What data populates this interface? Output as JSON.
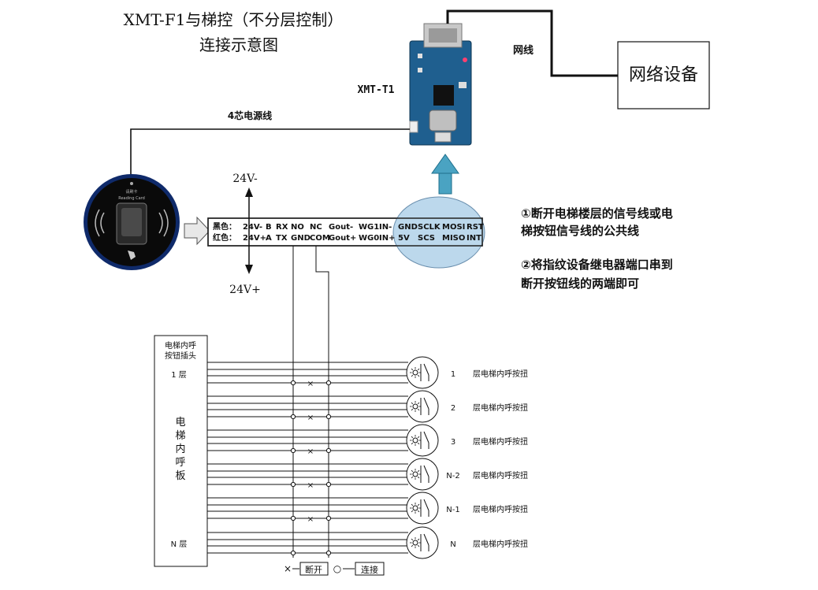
{
  "title": {
    "line1": "XMT-F1与梯控（不分层控制）",
    "line2": "连接示意图"
  },
  "module": {
    "label": "XMT-T1"
  },
  "network": {
    "cable_label": "网线",
    "device_label": "网络设备"
  },
  "power_cable": {
    "label": "4芯电源线"
  },
  "reader": {
    "top_text": "请刷卡",
    "sub_text": "Reading Card"
  },
  "voltage": {
    "minus": "24V-",
    "plus": "24V+"
  },
  "terminal": {
    "row1": [
      "黑色：",
      "24V-",
      "B",
      "RX",
      "NO",
      "NC",
      "Gout-",
      "WG1",
      "IN-"
    ],
    "row2": [
      "红色：",
      "24V+",
      "A",
      "TX",
      "GND",
      "COM",
      "Gout+",
      "WG0",
      "IN+"
    ],
    "ext_row1": [
      "GND",
      "SCLK",
      "MOSI",
      "RST"
    ],
    "ext_row2": [
      "5V",
      "SCS",
      "MISO",
      "INT"
    ]
  },
  "notes": {
    "n1_line1": "①断开电梯楼层的信号线或电",
    "n1_line2": "梯按钮信号线的公共线",
    "n2_line1": "②将指纹设备继电器端口串到",
    "n2_line2": "断开按钮线的两端即可"
  },
  "panel": {
    "header_line1": "电梯内呼",
    "header_line2": "按钮插头",
    "floor_top": "1 层",
    "floor_bottom": "N 层",
    "vertical_chars": [
      "电",
      "梯",
      "内",
      "呼",
      "板"
    ]
  },
  "buttons": [
    {
      "num": "1",
      "text": "层电梯内呼按扭"
    },
    {
      "num": "2",
      "text": "层电梯内呼按扭"
    },
    {
      "num": "3",
      "text": "层电梯内呼按扭"
    },
    {
      "num": "N-2",
      "text": "层电梯内呼按扭"
    },
    {
      "num": "N-1",
      "text": "层电梯内呼按扭"
    },
    {
      "num": "N",
      "text": "层电梯内呼按扭"
    }
  ],
  "legend": {
    "cross_symbol": "×",
    "cross_label": "断开",
    "circle_symbol": "○",
    "circle_label": "连接"
  }
}
